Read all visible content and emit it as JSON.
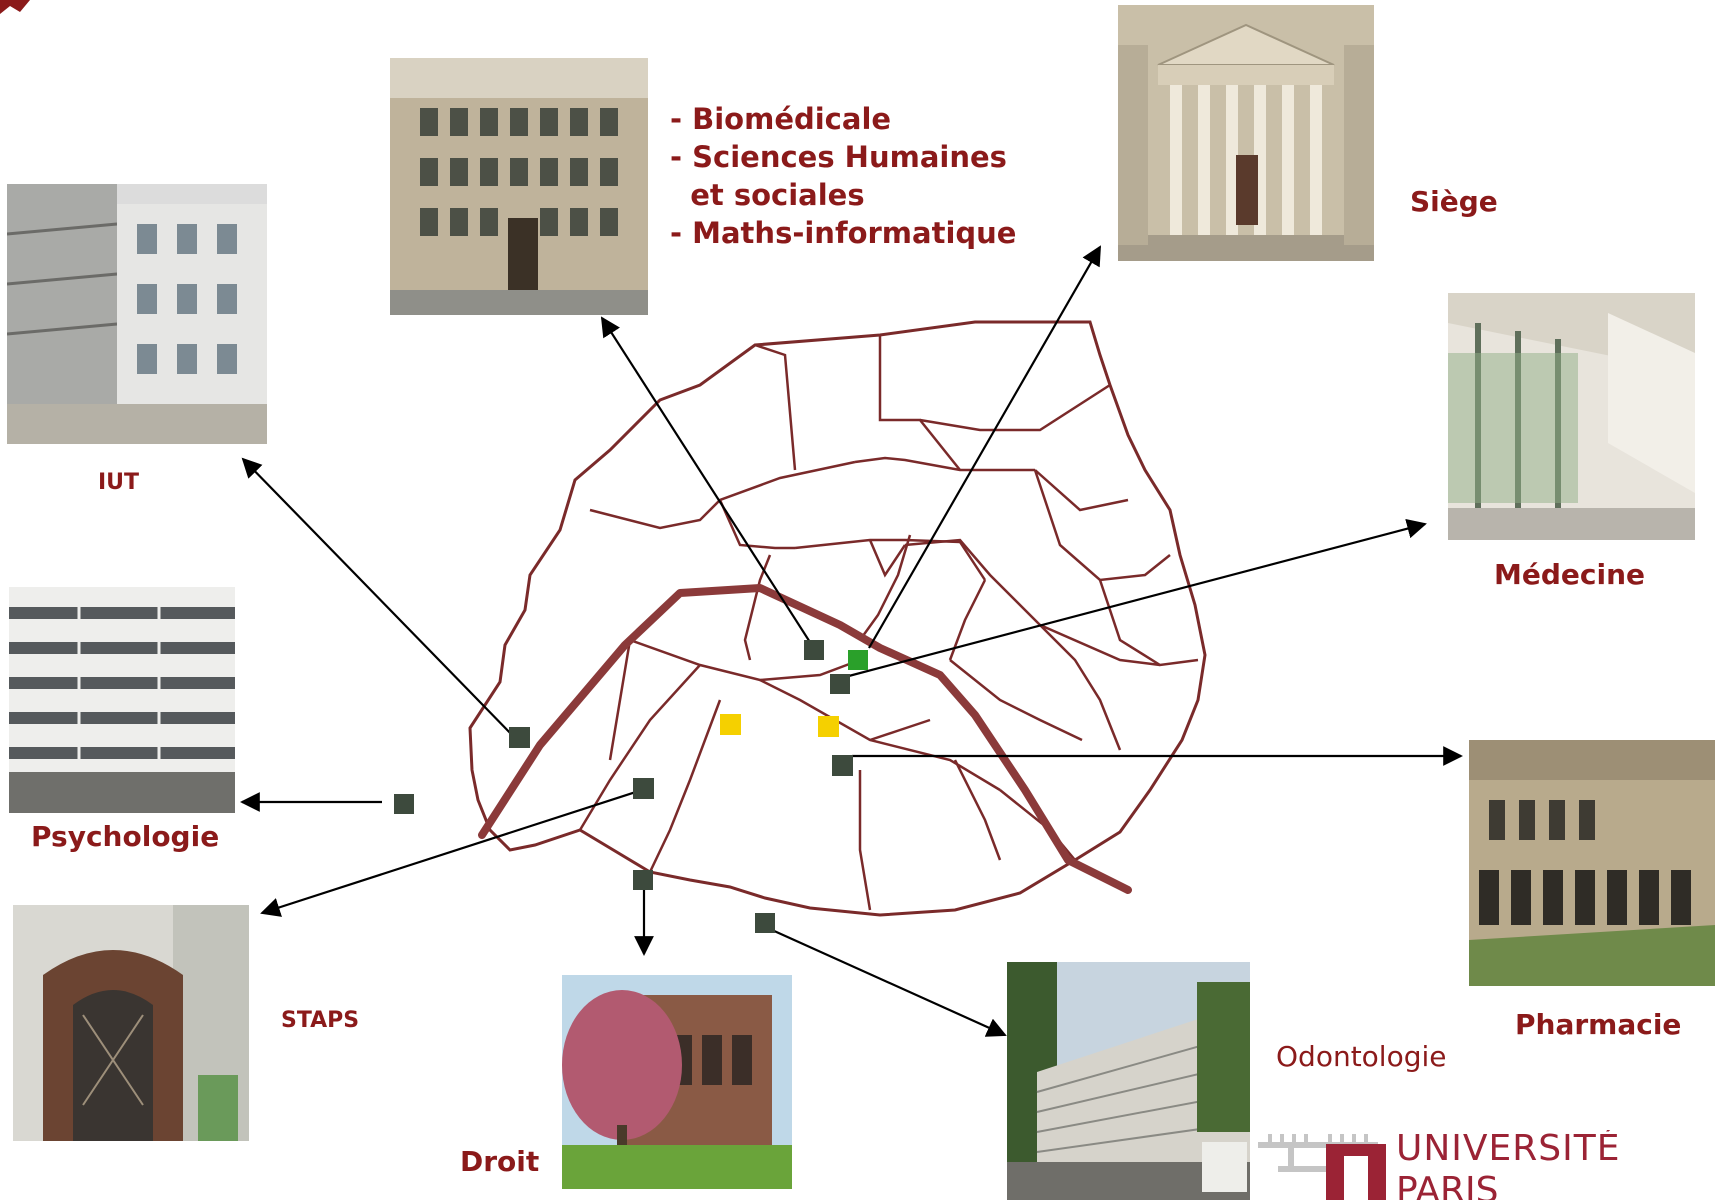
{
  "faculties_list": [
    "- Biomédicale",
    "- Sciences Humaines",
    "  et sociales",
    "- Maths-informatique"
  ],
  "labels": {
    "siege": "Siège",
    "iut": "IUT",
    "medecine": "Médecine",
    "psychologie": "Psychologie",
    "pharmacie": "Pharmacie",
    "staps": "STAPS",
    "droit": "Droit",
    "odontologie": "Odontologie"
  },
  "logo": {
    "line1": "UNIVERSITÉ",
    "line2": "PARIS DESCARTES"
  },
  "colors": {
    "brand": "#8b1a1a",
    "district_lines": "#7a2a2a",
    "seine": "#8b3a3a",
    "site_marker": "#3d4a3d",
    "siege_marker": "#2aa02a",
    "highlight_marker": "#f5d000"
  },
  "markers": [
    {
      "name": "marker-biomedicale",
      "type": "site"
    },
    {
      "name": "marker-siege",
      "type": "siege"
    },
    {
      "name": "marker-medecine",
      "type": "site"
    },
    {
      "name": "marker-yellow-1",
      "type": "highlight"
    },
    {
      "name": "marker-yellow-2",
      "type": "highlight"
    },
    {
      "name": "marker-iut",
      "type": "site"
    },
    {
      "name": "marker-psychologie",
      "type": "site"
    },
    {
      "name": "marker-staps",
      "type": "site"
    },
    {
      "name": "marker-pharmacie",
      "type": "site"
    },
    {
      "name": "marker-droit",
      "type": "site"
    },
    {
      "name": "marker-odontologie",
      "type": "site"
    }
  ]
}
